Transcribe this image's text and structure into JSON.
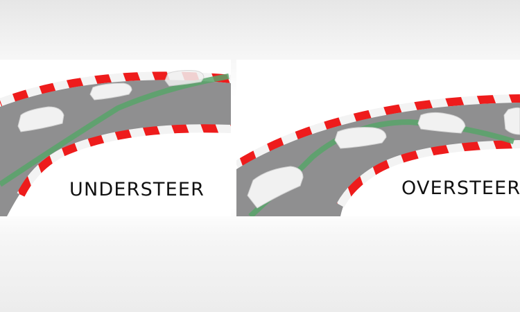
{
  "colors": {
    "track": "#8f8f90",
    "racing_line": "#58a56a",
    "curb_red": "#ee1c1c",
    "curb_white": "#f3f3f3",
    "car": "#f1f1f1",
    "text": "#111111"
  },
  "panels": [
    {
      "id": "understeer",
      "label": "UNDERSTEER",
      "cars": 3
    },
    {
      "id": "oversteer",
      "label": "OVERSTEER",
      "cars": 4
    }
  ]
}
